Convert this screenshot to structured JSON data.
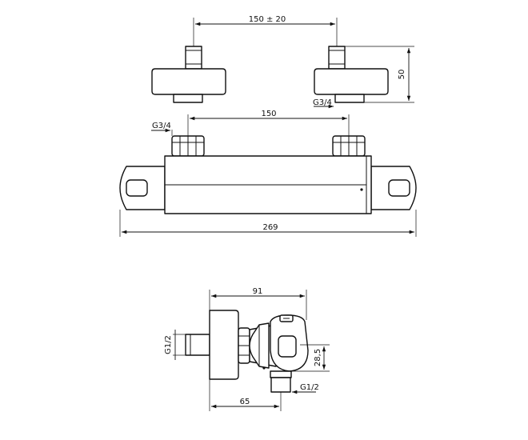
{
  "dimensions": {
    "inlet_spacing": "150 ± 20",
    "inlet_depth": "50",
    "inlet_thread_top": "G3/4",
    "body_inlet_spacing": "150",
    "body_inlet_thread": "G3/4",
    "overall_width": "269",
    "side_depth": "91",
    "side_inlet_thread": "G1/2",
    "outlet_height": "28,5",
    "outlet_thread": "G1/2",
    "outlet_offset": "65"
  }
}
